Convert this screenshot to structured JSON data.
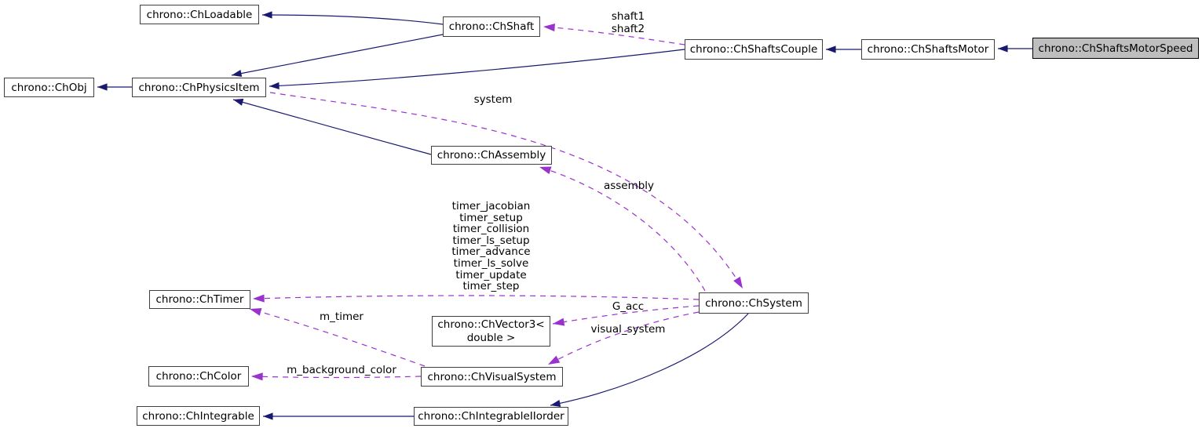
{
  "diagram": {
    "type": "doxygen-collaboration-graph",
    "highlighted_node": "chrono::ChShaftsMotorSpeed"
  },
  "colors": {
    "inheritance_edge": "#191970",
    "usage_edge": "#9a32cd",
    "node_fill": "#ffffff",
    "node_border": "#404040",
    "highlight_fill": "#bebebe",
    "highlight_border": "#000000",
    "text": "#000000"
  },
  "nodes": {
    "ch_loadable": {
      "label": "chrono::ChLoadable"
    },
    "ch_obj": {
      "label": "chrono::ChObj"
    },
    "ch_physics_item": {
      "label": "chrono::ChPhysicsItem"
    },
    "ch_shaft": {
      "label": "chrono::ChShaft"
    },
    "ch_shafts_couple": {
      "label": "chrono::ChShaftsCouple"
    },
    "ch_shafts_motor": {
      "label": "chrono::ChShaftsMotor"
    },
    "ch_shafts_motor_speed": {
      "label": "chrono::ChShaftsMotorSpeed"
    },
    "ch_assembly": {
      "label": "chrono::ChAssembly"
    },
    "ch_timer": {
      "label": "chrono::ChTimer"
    },
    "ch_vector3": {
      "label_line1": "chrono::ChVector3<",
      "label_line2": "double >"
    },
    "ch_color": {
      "label": "chrono::ChColor"
    },
    "ch_visual_system": {
      "label": "chrono::ChVisualSystem"
    },
    "ch_integrable": {
      "label": "chrono::ChIntegrable"
    },
    "ch_integrable_ii_order": {
      "label": "chrono::ChIntegrableIIorder"
    },
    "ch_system": {
      "label": "chrono::ChSystem"
    }
  },
  "edge_labels": {
    "shafts": {
      "line1": "shaft1",
      "line2": "shaft2"
    },
    "system": "system",
    "assembly": "assembly",
    "timers": {
      "lines": [
        "timer_jacobian",
        "timer_setup",
        "timer_collision",
        "timer_ls_setup",
        "timer_advance",
        "timer_ls_solve",
        "timer_update",
        "timer_step"
      ]
    },
    "m_timer": "m_timer",
    "g_acc": "G_acc",
    "visual_system": "visual_system",
    "m_background_color": "m_background_color"
  }
}
